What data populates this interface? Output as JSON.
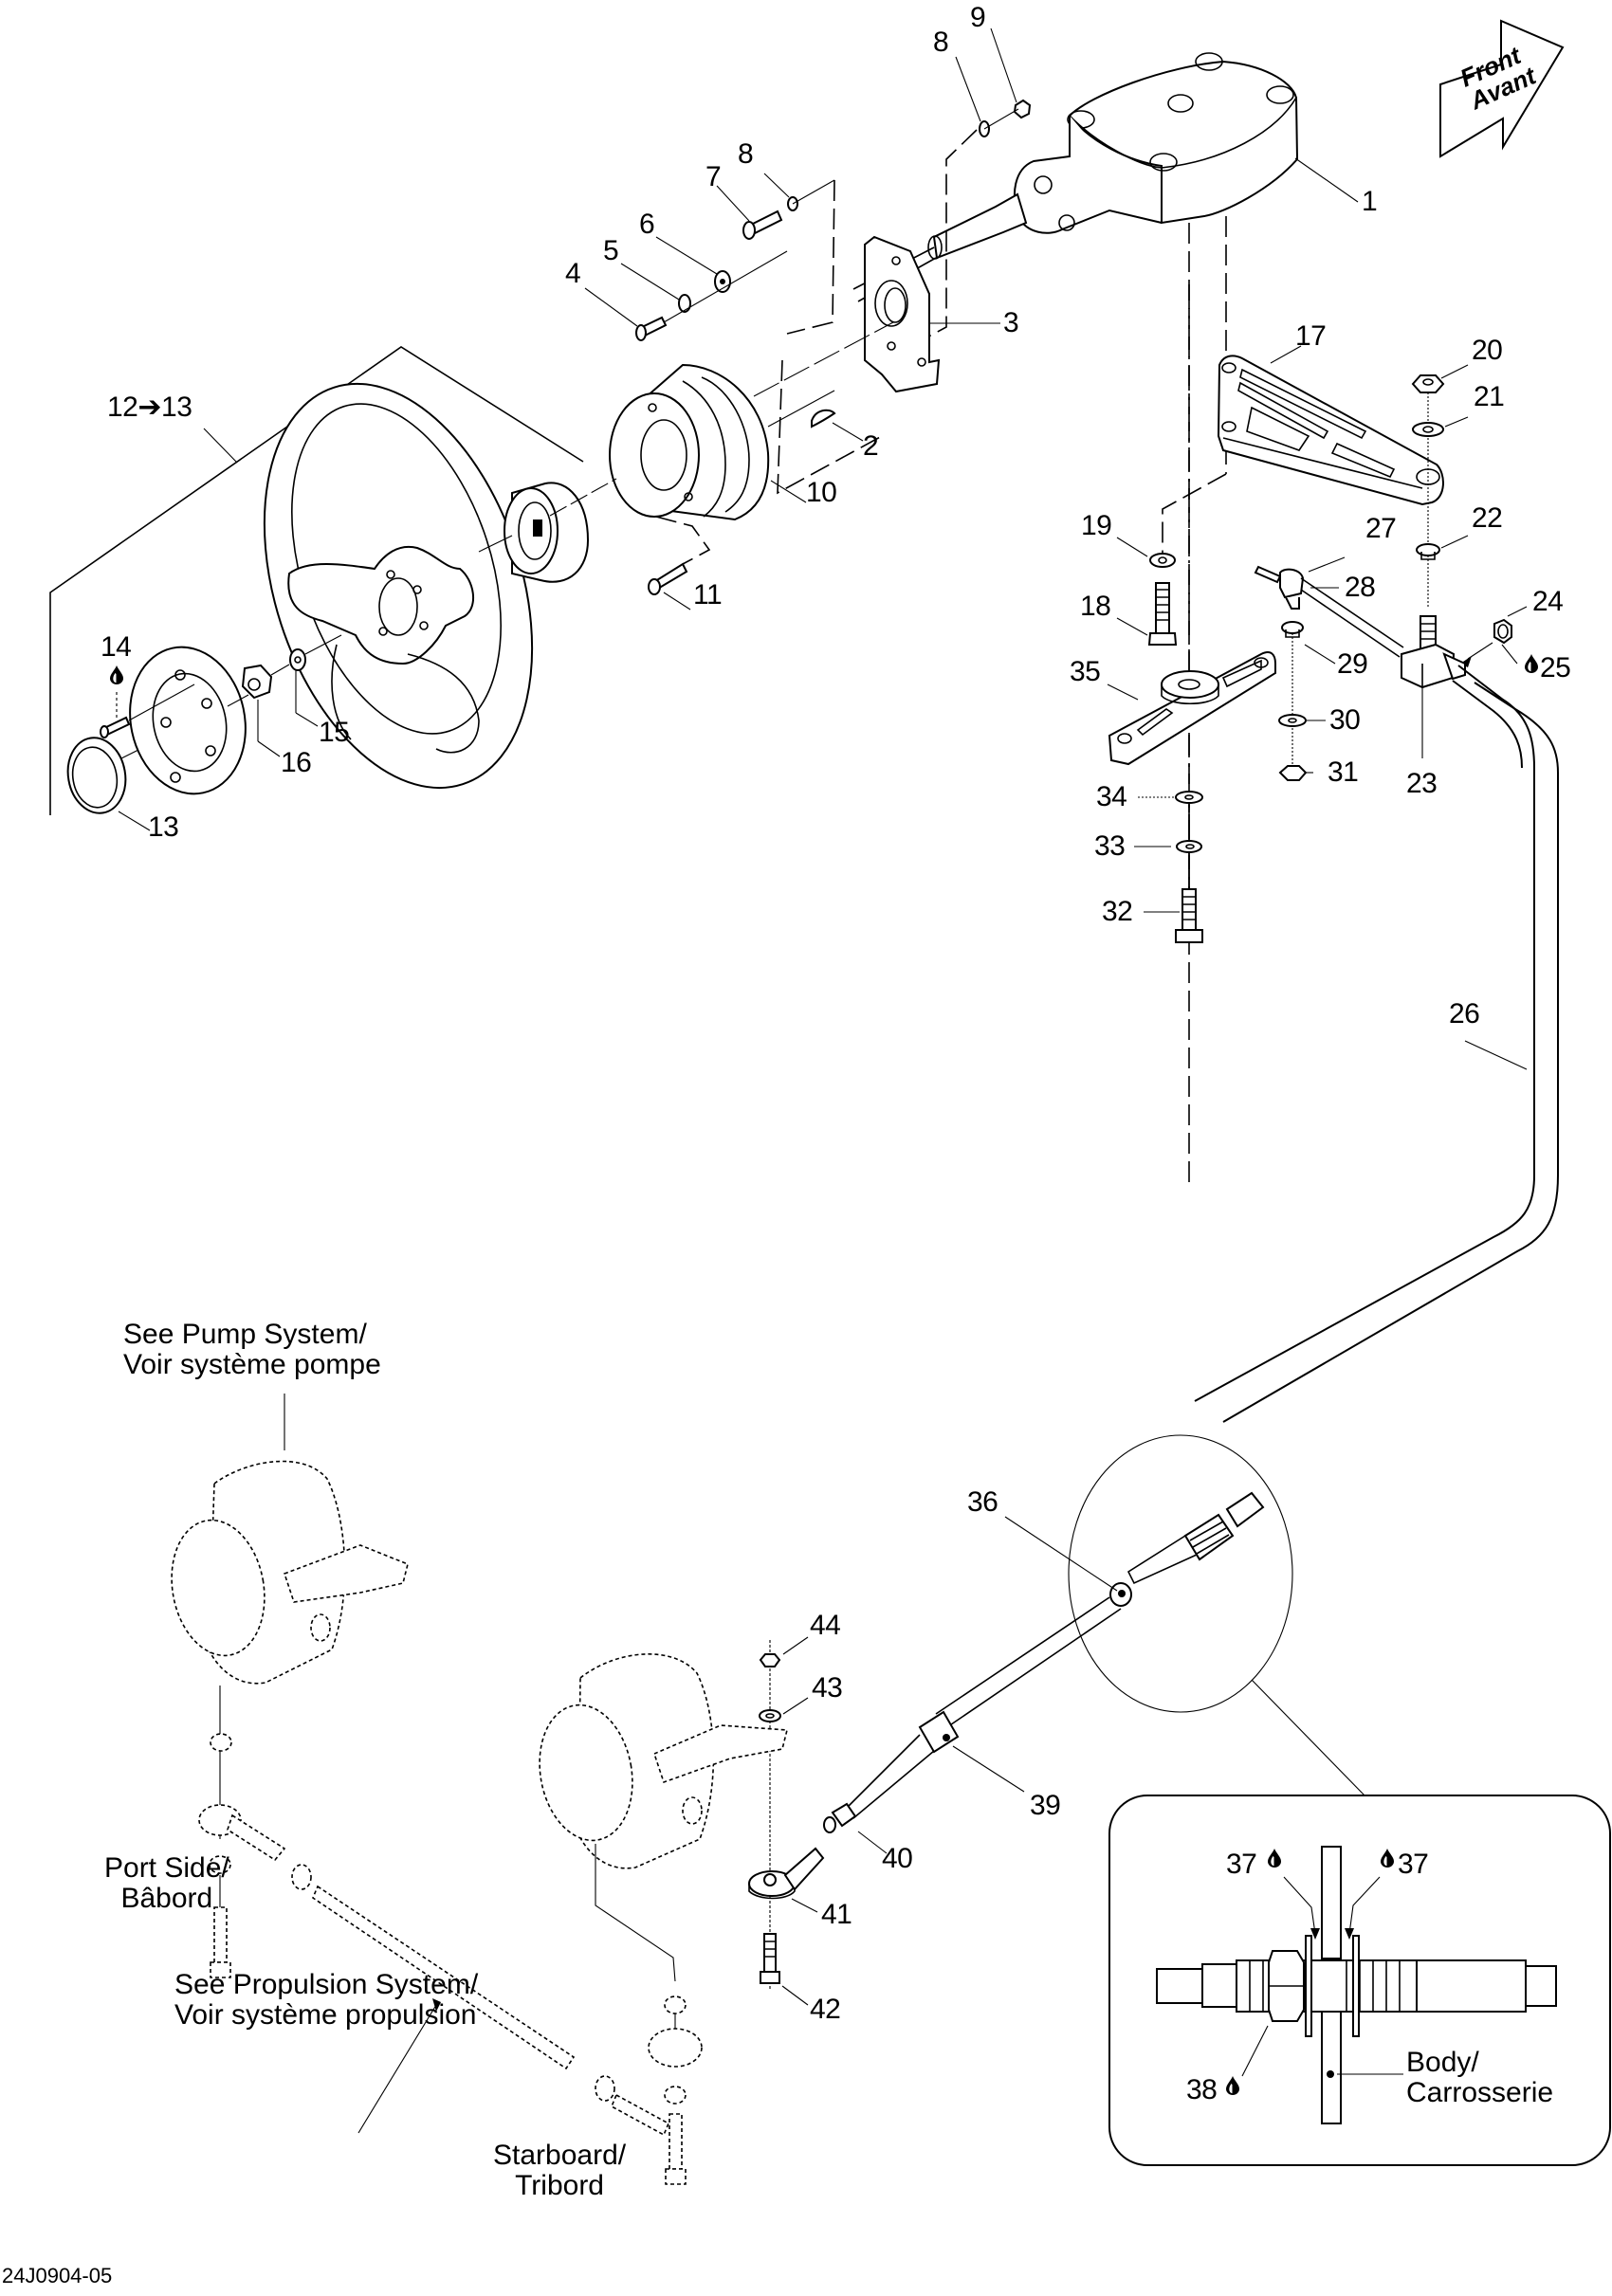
{
  "diagram": {
    "title": "Steering system exploded parts diagram",
    "figure_id": "24J0904-05",
    "orientation_marker": {
      "icon": "front-arrow-icon",
      "line1": "Front",
      "line2": "Avant"
    },
    "callouts": [
      {
        "id": "1",
        "text": "1"
      },
      {
        "id": "2",
        "text": "2"
      },
      {
        "id": "3",
        "text": "3"
      },
      {
        "id": "4",
        "text": "4"
      },
      {
        "id": "5",
        "text": "5"
      },
      {
        "id": "6",
        "text": "6"
      },
      {
        "id": "7",
        "text": "7"
      },
      {
        "id": "8a",
        "text": "8"
      },
      {
        "id": "8b",
        "text": "8"
      },
      {
        "id": "9",
        "text": "9"
      },
      {
        "id": "10",
        "text": "10"
      },
      {
        "id": "11",
        "text": "11"
      },
      {
        "id": "12-13",
        "text": "12➔13"
      },
      {
        "id": "13",
        "text": "13"
      },
      {
        "id": "14",
        "text": "14",
        "icon": "lubricant-drop-icon"
      },
      {
        "id": "15",
        "text": "15"
      },
      {
        "id": "16",
        "text": "16"
      },
      {
        "id": "17",
        "text": "17"
      },
      {
        "id": "18",
        "text": "18"
      },
      {
        "id": "19",
        "text": "19"
      },
      {
        "id": "20",
        "text": "20"
      },
      {
        "id": "21",
        "text": "21"
      },
      {
        "id": "22",
        "text": "22"
      },
      {
        "id": "23",
        "text": "23"
      },
      {
        "id": "24",
        "text": "24"
      },
      {
        "id": "25",
        "text": "25",
        "icon": "lubricant-drop-icon"
      },
      {
        "id": "26",
        "text": "26"
      },
      {
        "id": "27",
        "text": "27"
      },
      {
        "id": "28",
        "text": "28"
      },
      {
        "id": "29",
        "text": "29"
      },
      {
        "id": "30",
        "text": "30"
      },
      {
        "id": "31",
        "text": "31"
      },
      {
        "id": "32",
        "text": "32"
      },
      {
        "id": "33",
        "text": "33"
      },
      {
        "id": "34",
        "text": "34"
      },
      {
        "id": "35",
        "text": "35"
      },
      {
        "id": "36",
        "text": "36"
      },
      {
        "id": "39",
        "text": "39"
      },
      {
        "id": "40",
        "text": "40"
      },
      {
        "id": "41",
        "text": "41"
      },
      {
        "id": "42",
        "text": "42"
      },
      {
        "id": "43",
        "text": "43"
      },
      {
        "id": "44",
        "text": "44"
      }
    ],
    "notes": {
      "pump": {
        "line1": "See Pump System/",
        "line2": "Voir système pompe"
      },
      "port": {
        "line1": "Port Side/",
        "line2": "Bâbord"
      },
      "propulsion": {
        "line1": "See Propulsion System/",
        "line2": "Voir système propulsion"
      },
      "starboard": {
        "line1": "Starboard/",
        "line2": "Tribord"
      }
    },
    "detail_inset": {
      "callouts": [
        {
          "id": "37-left",
          "text": "37",
          "icon": "lubricant-drop-icon"
        },
        {
          "id": "37-right",
          "text": "37",
          "icon": "lubricant-drop-icon"
        },
        {
          "id": "38",
          "text": "38",
          "icon": "lubricant-drop-icon"
        }
      ],
      "body_label": {
        "line1": "Body/",
        "line2": "Carrosserie"
      }
    }
  }
}
